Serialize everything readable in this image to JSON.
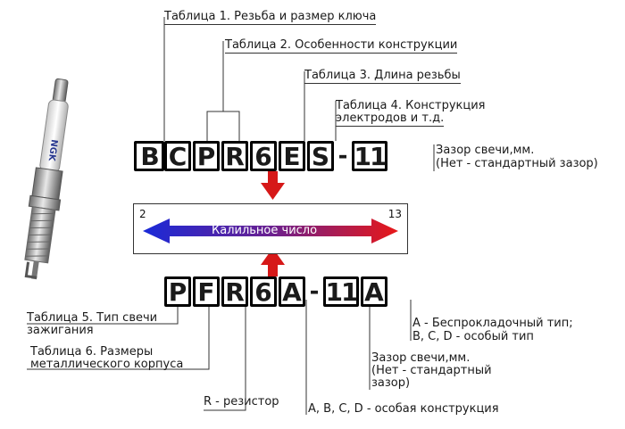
{
  "top_code": [
    "B",
    "C",
    "P",
    "R",
    "6",
    "E",
    "S",
    "-",
    "11"
  ],
  "bottom_code": [
    "P",
    "F",
    "R",
    "6",
    "A",
    "-",
    "11",
    "A"
  ],
  "labels": {
    "table1": "Таблица 1. Резьба и размер ключа",
    "table2": "Таблица 2. Особенности конструкции",
    "table3": "Таблица 3. Длина резьбы",
    "table4_line1": "Таблица 4. Конструкция",
    "table4_line2": "электродов и т.д.",
    "gap_top_line1": "Зазор свечи,мм.",
    "gap_top_line2": "(Нет - стандартный зазор)",
    "table5_line1": "Таблица 5. Тип свечи",
    "table5_line2": "зажигания",
    "table6_line1": "Таблица 6. Размеры",
    "table6_line2": "металлического корпуса",
    "resistor": "R - резистор",
    "abcd_construction": "A, B, C, D - особая конструкция",
    "gap_bottom_line1": "Зазор свечи,мм.",
    "gap_bottom_line2": "(Нет - стандартный",
    "gap_bottom_line3": "зазор)",
    "type_line1": "A - Беспрокладочный тип;",
    "type_line2": "B, C, D - особый тип"
  },
  "gauge": {
    "label": "Калильное число",
    "min": "2",
    "max": "13",
    "colors": {
      "left": "#1a2ad8",
      "right": "#e81818",
      "pointer": "#d61818"
    }
  },
  "plug": {
    "brand_text": "NGK"
  }
}
